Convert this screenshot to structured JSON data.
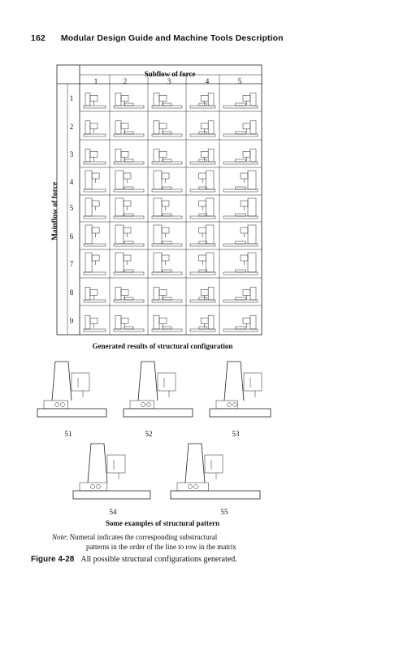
{
  "header": {
    "page_number": "162",
    "running_title": "Modular Design Guide and Machine Tools Description"
  },
  "matrix": {
    "title": "Subflow of force",
    "columns": [
      "1",
      "2",
      "3",
      "4",
      "5"
    ],
    "rows": [
      "1",
      "2",
      "3",
      "4",
      "5",
      "6",
      "7",
      "8",
      "9"
    ],
    "ylabel": "Mainflow of force",
    "caption": "Generated results of structural configuration"
  },
  "examples": {
    "labels": [
      "51",
      "52",
      "53",
      "54",
      "55"
    ],
    "caption": "Some examples of structural pattern"
  },
  "note": {
    "label": "Note",
    "line1": ": Numeral indicates the corresponding substructural",
    "line2": "patterns in the order of the line to row in the matrix"
  },
  "figure": {
    "label": "Figure 4-28",
    "caption": "All possible structural configurations generated."
  }
}
